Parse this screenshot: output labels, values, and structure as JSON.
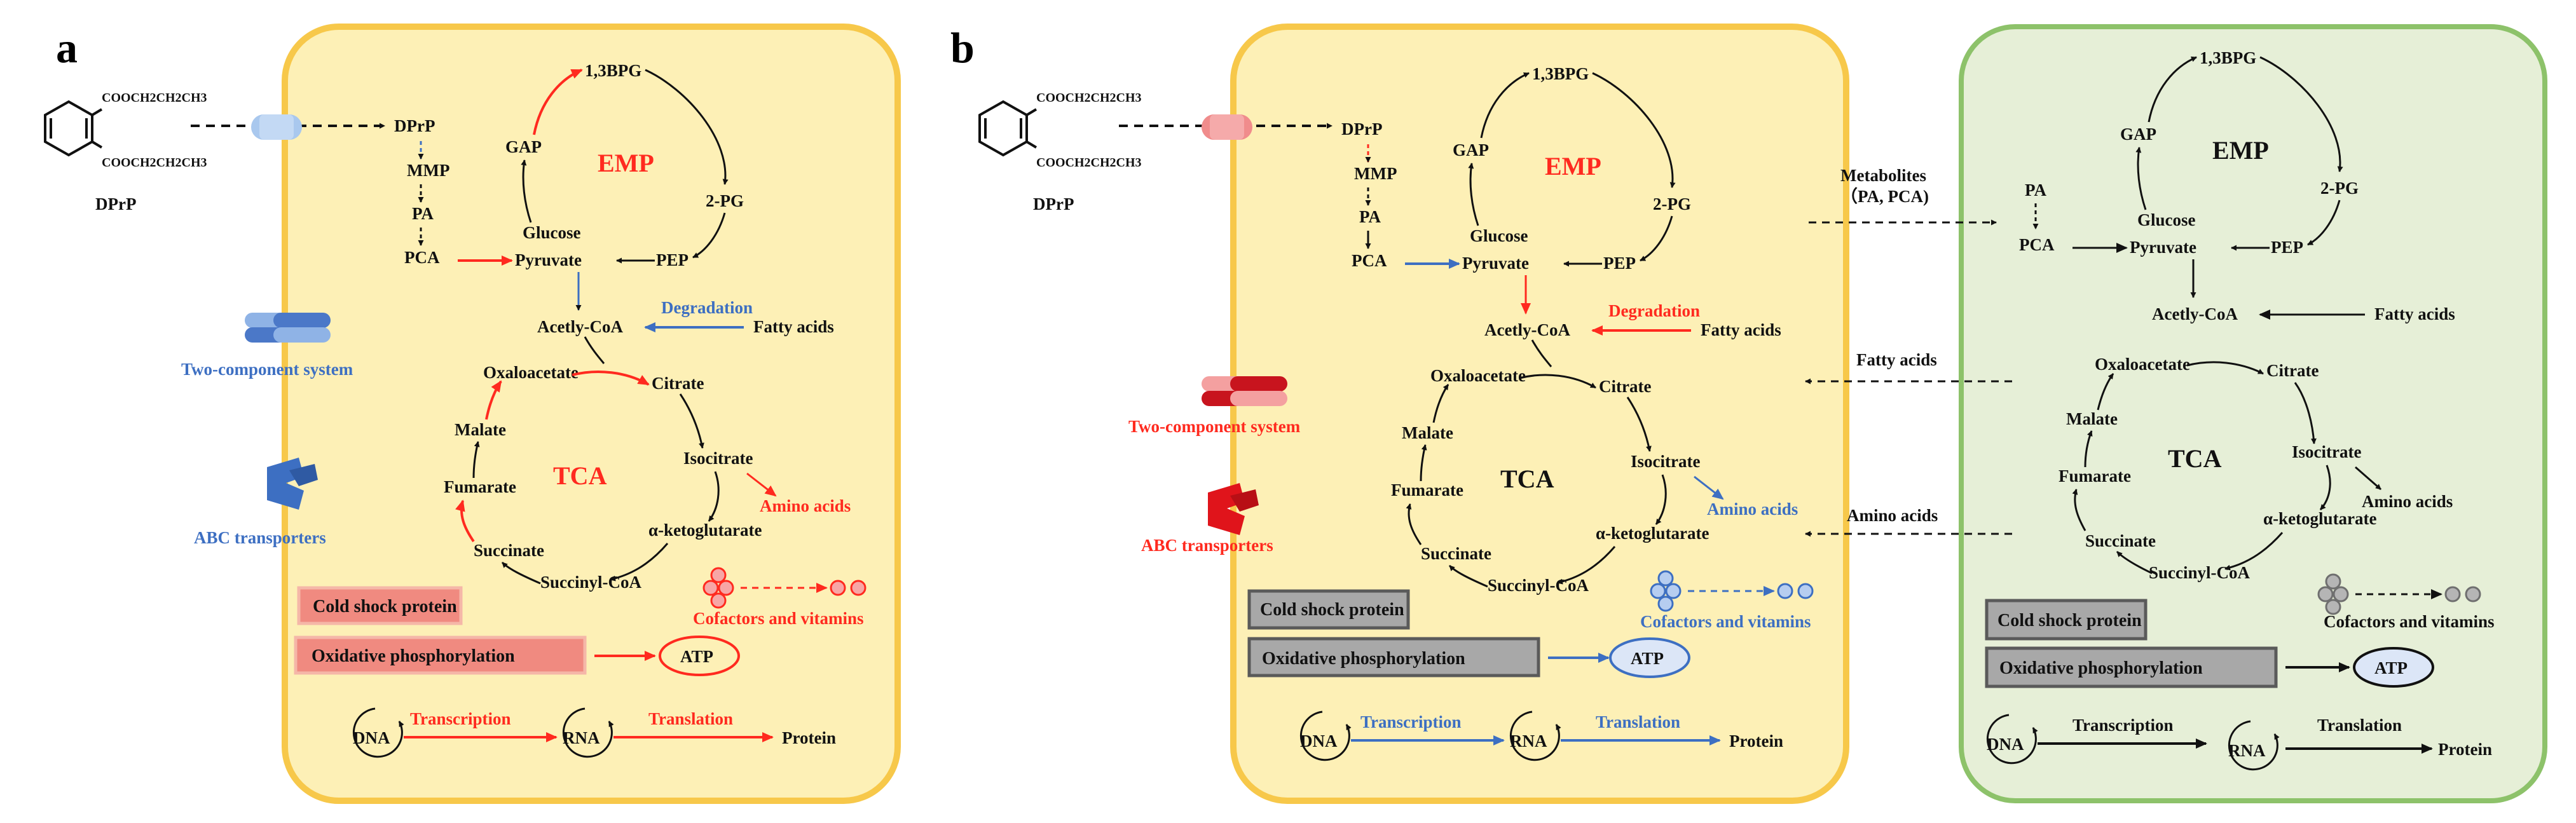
{
  "panel_a": "a",
  "panel_b": "b",
  "compound": {
    "name": "DPrP",
    "ester_top": "COOCH2CH2CH3",
    "ester_bottom": "COOCH2CH2CH3"
  },
  "pathway": {
    "dprp": "DPrP",
    "mmp": "MMP",
    "pa": "PA",
    "pca": "PCA",
    "bpg": "1,3BPG",
    "gap": "GAP",
    "pg": "2-PG",
    "glucose": "Glucose",
    "pyruvate": "Pyruvate",
    "pep": "PEP",
    "emp": "EMP",
    "acetyl": "Acetly-CoA",
    "degradation": "Degradation",
    "fatty_acids": "Fatty acids",
    "oxaloacetate": "Oxaloacetate",
    "citrate": "Citrate",
    "malate": "Malate",
    "tca": "TCA",
    "isocitrate": "Isocitrate",
    "fumarate": "Fumarate",
    "amino_acids": "Amino acids",
    "succinate": "Succinate",
    "ketoglutarate": "α-ketoglutarate",
    "succinyl": "Succinyl-CoA",
    "cofactors": "Cofactors and vitamins",
    "cold_shock": "Cold shock protein",
    "oxphos": "Oxidative phosphorylation",
    "atp": "ATP",
    "dna": "DNA",
    "rna": "RNA",
    "transcription": "Transcription",
    "translation": "Translation",
    "protein": "Protein"
  },
  "membrane": {
    "two_component": "Two-component system",
    "abc": "ABC transporters"
  },
  "exchange": {
    "metabolites_l1": "Metabolites",
    "metabolites_l2": "（PA, PCA)",
    "fatty_acids": "Fatty acids",
    "amino_acids": "Amino acids"
  },
  "colors": {
    "cell_yellow_fill": "#fdf0b6",
    "cell_yellow_border": "#f7c84a",
    "cell_green_fill": "#e6efd7",
    "cell_green_border": "#8dc26a",
    "up_red": "#ff2a1f",
    "down_blue": "#3d6fc2",
    "neutral_gray": "#9e9e9e"
  }
}
